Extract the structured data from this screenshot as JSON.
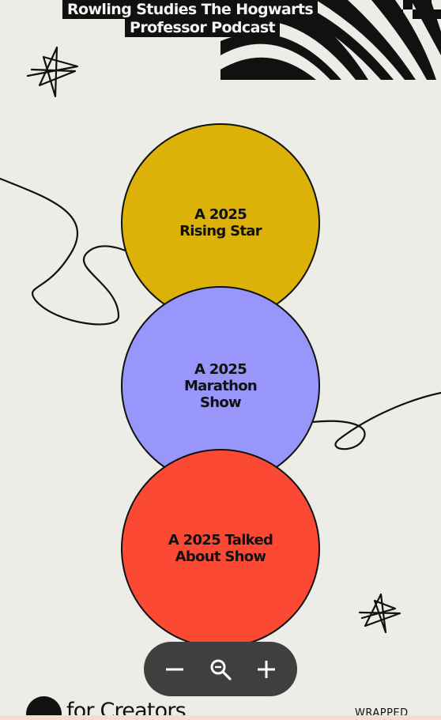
{
  "header": {
    "title_line_1": "Rowling Studies The Hogwarts",
    "title_line_2": "Professor Podcast"
  },
  "badges": [
    {
      "label": "A 2025\nRising Star",
      "color": "#dcb108"
    },
    {
      "label": "A 2025\nMarathon\nShow",
      "color": "#9896fb"
    },
    {
      "label": "A 2025 Talked\nAbout Show",
      "color": "#fb4934"
    }
  ],
  "zoom_controls": {
    "zoom_out_icon": "minus-icon",
    "zoom_reset_icon": "magnifier-icon",
    "zoom_in_icon": "plus-icon"
  },
  "footer": {
    "brand_text": "for Creators",
    "wrapped_text": "WRAPPED"
  },
  "colors": {
    "background": "#ecede6",
    "ink": "#111111",
    "zoom_bar": "#3f3f3f"
  }
}
